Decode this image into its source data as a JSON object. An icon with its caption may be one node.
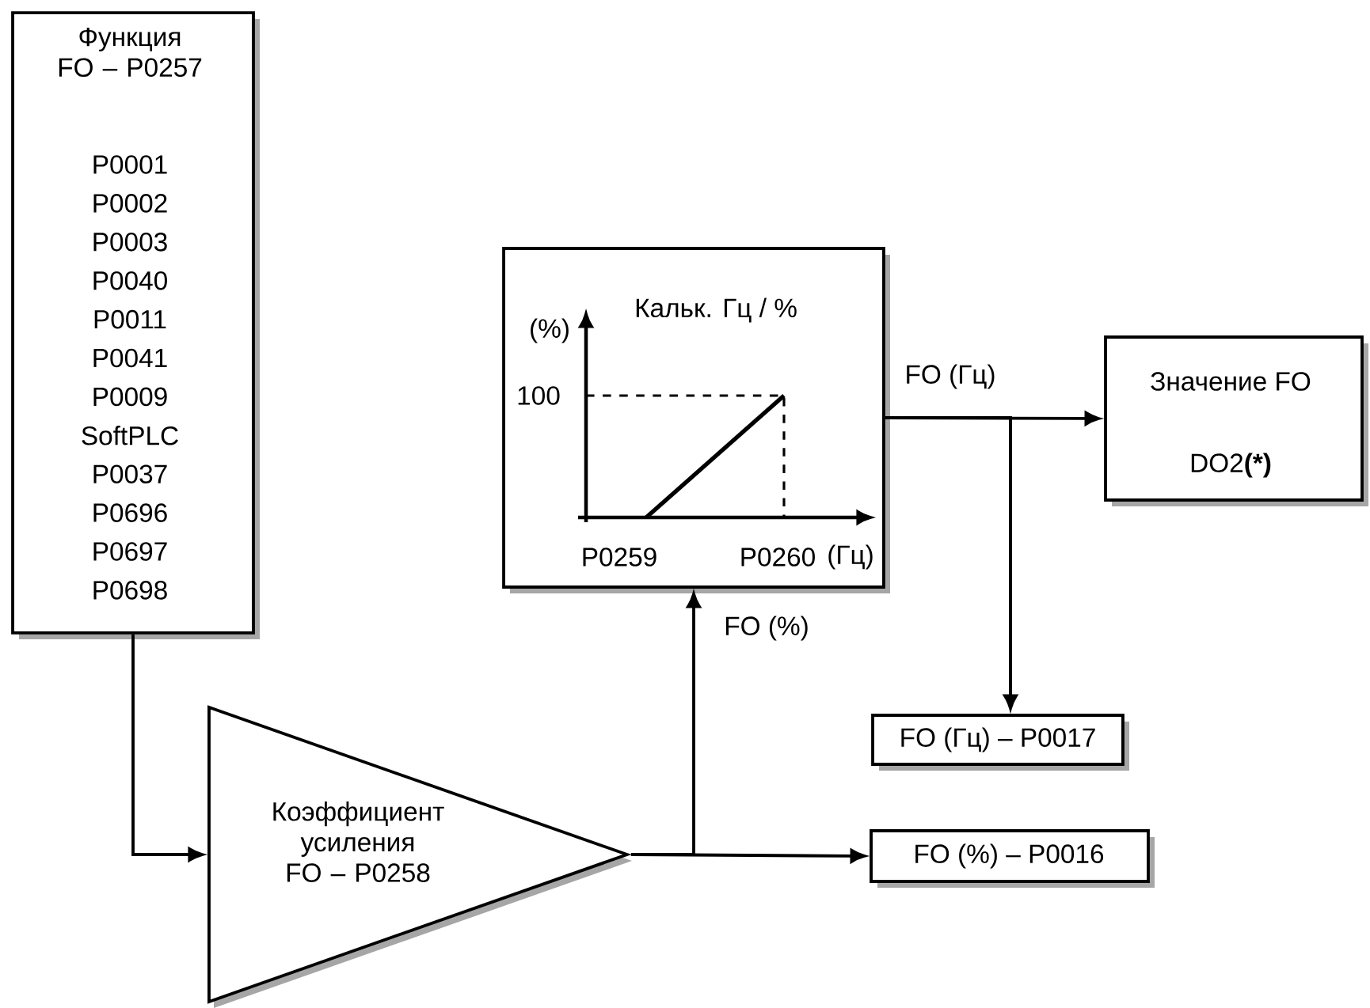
{
  "diagram": {
    "nodes": [
      {
        "text": [
          "Функция FO – P0257",
          "P0001",
          "P0002",
          "P0003",
          "P0040",
          "P0011",
          "P0041",
          "P0009",
          "SoftPLC",
          "P0037",
          "P0696",
          "P0697",
          "P0698"
        ]
      },
      {
        "text": [
          "Коэффициент усиления FO – P0258"
        ]
      },
      {
        "text": [
          "Кальк. Гц / %",
          "(%)",
          "100",
          "P0259",
          "P0260",
          "(Гц)"
        ]
      },
      {
        "text": [
          "Значение FO",
          "DO2**(*)**"
        ]
      },
      {
        "text": [
          "FO (Гц) – P0017"
        ]
      },
      {
        "text": [
          "FO (%) – P0016"
        ]
      }
    ],
    "edges": [
      {
        "from": 0,
        "to": 1,
        "arrow": "to"
      },
      {
        "from": 1,
        "to": 2,
        "arrow": "to",
        "label": "FO (%)"
      },
      {
        "from": 1,
        "to": 5,
        "arrow": "to"
      },
      {
        "from": 2,
        "to": 3,
        "arrow": "to",
        "label": "FO (Гц)"
      },
      {
        "from": 2,
        "to": 4,
        "arrow": "to"
      }
    ]
  }
}
